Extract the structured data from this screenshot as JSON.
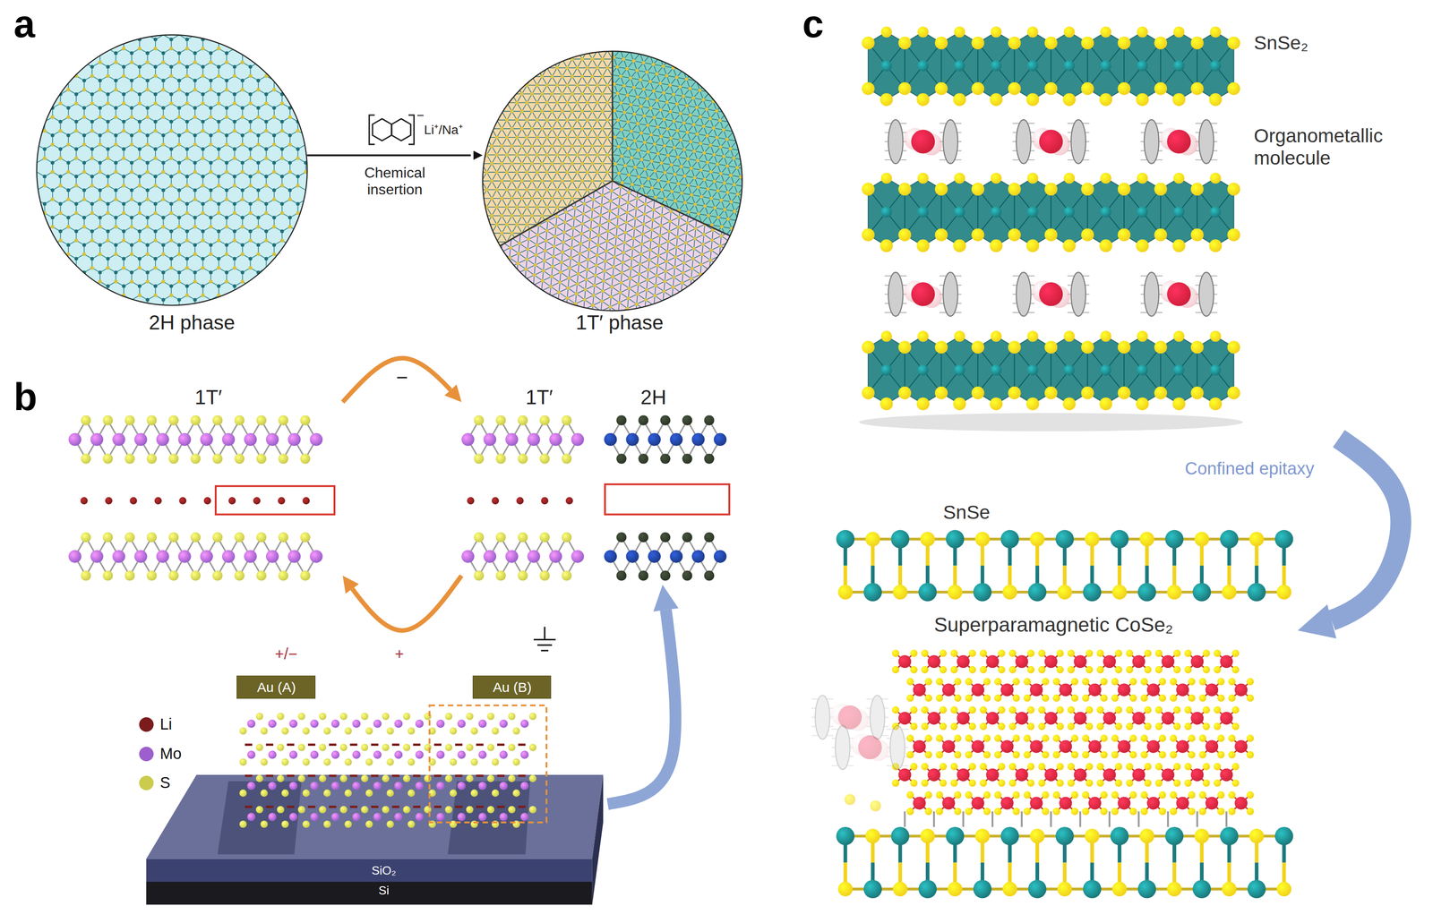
{
  "diagram": {
    "nodes": [
      {
        "text": [
          "2H phase"
        ]
      },
      {
        "text": [
          "1T′ phase"
        ]
      },
      {
        "text": [
          "1T′"
        ]
      },
      {
        "text": [
          "1T′",
          "2H"
        ]
      },
      {
        "text": [
          "SiO₂",
          "Si"
        ]
      },
      {
        "text": [
          "Au (A)"
        ],
        "in": 4
      },
      {
        "text": [
          "Au (B)"
        ],
        "in": 4
      },
      {
        "text": [
          "SnSe₂",
          "Organometallic molecule"
        ]
      },
      {
        "text": [
          "SnSe",
          "Superparamagnetic CoSe₂"
        ]
      }
    ],
    "edges": [
      {
        "from": 0,
        "to": 1,
        "arrow": "to",
        "label": "Chemical insertion"
      },
      {
        "from": 2,
        "to": 3,
        "arrow": "to",
        "label": "−"
      },
      {
        "from": 3,
        "to": 2,
        "arrow": "to"
      },
      {
        "from": 4,
        "to": 3,
        "arrow": "to"
      },
      {
        "from": 7,
        "to": 8,
        "arrow": "to",
        "label": "Confined epitaxy"
      }
    ],
    "labels": [
      "a",
      "−",
      "Li⁺/Na⁺",
      "b",
      "+/−",
      "+",
      "c"
    ],
    "legend": [
      {
        "text": "Li",
        "color": "#7a1c1c"
      },
      {
        "text": "Mo",
        "color": "#9d5fcc"
      },
      {
        "text": "S",
        "color": "#cbcb4e"
      }
    ]
  }
}
